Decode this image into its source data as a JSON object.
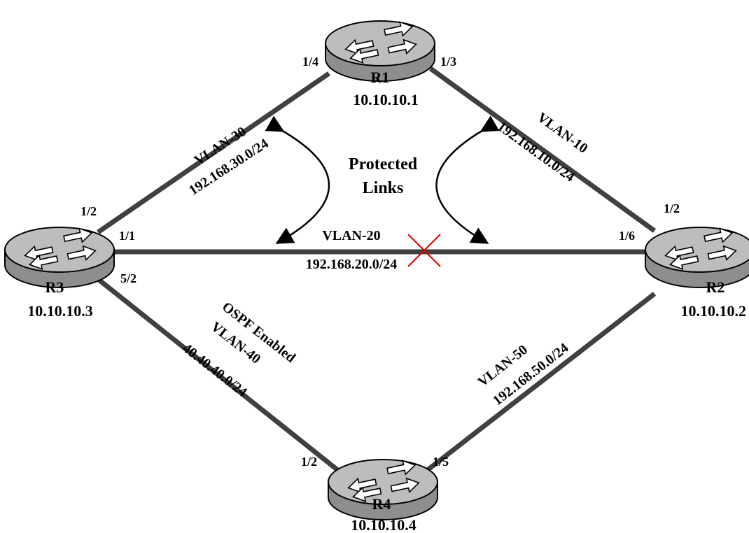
{
  "colors": {
    "link": "#404040",
    "router_top": "#bdbdbd",
    "router_side": "#8e8e8e",
    "arrow_fill": "#ffffff",
    "broken_mark": "#e00000"
  },
  "routers": {
    "r1": {
      "name": "R1",
      "ip": "10.10.10.1",
      "icon": "router-icon"
    },
    "r2": {
      "name": "R2",
      "ip": "10.10.10.2",
      "icon": "router-icon"
    },
    "r3": {
      "name": "R3",
      "ip": "10.10.10.3",
      "icon": "router-icon"
    },
    "r4": {
      "name": "R4",
      "ip": "10.10.10.4",
      "icon": "router-icon"
    }
  },
  "links": {
    "r1_r3": {
      "vlan": "VLAN-30",
      "subnet": "192.168.30.0/24",
      "port_r1": "1/4",
      "port_r3": "1/2"
    },
    "r1_r2": {
      "vlan": "VLAN-10",
      "subnet": "192.168.10.0/24",
      "port_r1": "1/3",
      "port_r2": "1/2"
    },
    "r3_r2": {
      "vlan": "VLAN-20",
      "subnet": "192.168.20.0/24",
      "port_r3": "1/1",
      "port_r2": "1/6",
      "status": "broken"
    },
    "r3_r4": {
      "ospf": "OSPF Enabled",
      "vlan": "VLAN-40",
      "subnet": "40.40.40.0/24",
      "port_r3": "5/2",
      "port_r4": "1/2"
    },
    "r4_r2": {
      "vlan": "VLAN-50",
      "subnet": "192.168.50.0/24",
      "port_r4": "1/5"
    }
  },
  "protected": {
    "line1": "Protected",
    "line2": "Links"
  }
}
